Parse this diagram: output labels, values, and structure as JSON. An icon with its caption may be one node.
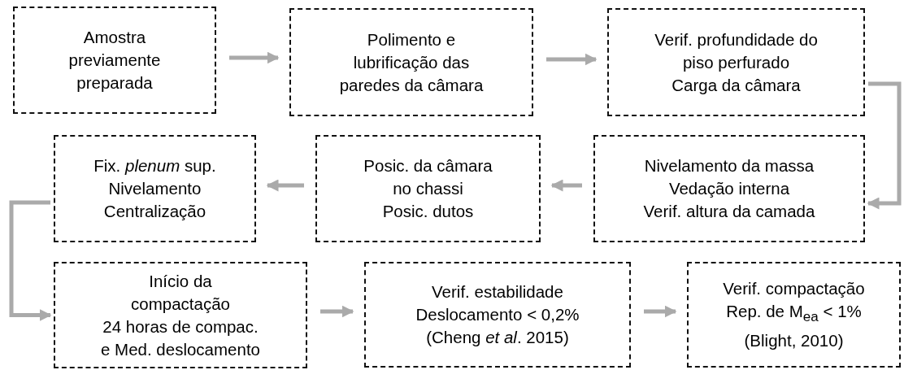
{
  "diagram": {
    "nodes": [
      {
        "text": [
          "Amostra previamente preparada"
        ]
      },
      {
        "text": [
          "Polimento e lubrificação das paredes da câmara"
        ]
      },
      {
        "text": [
          "Verif. profundidade do piso perfurado",
          "Carga da câmara"
        ]
      },
      {
        "text": [
          "Fix. *plenum* sup.",
          "Nivelamento",
          "Centralização"
        ]
      },
      {
        "text": [
          "Posic. da câmara no chassi",
          "Posic. dutos"
        ]
      },
      {
        "text": [
          "Nivelamento da massa",
          "Vedação interna",
          "Verif. altura da camada"
        ]
      },
      {
        "text": [
          "Início da compactação",
          "24 horas de compac. e Med. deslocamento"
        ]
      },
      {
        "text": [
          "Verif. estabilidade",
          "Deslocamento < 0,2%",
          "(Cheng *et al*. 2015)"
        ]
      },
      {
        "text": [
          "Verif. compactação",
          "Rep. de M$_{ea}$ < 1%",
          "(Blight, 2010)"
        ]
      }
    ],
    "edges": [
      {
        "from": 0,
        "to": 1,
        "arrow": "to"
      },
      {
        "from": 1,
        "to": 2,
        "arrow": "to"
      },
      {
        "from": 2,
        "to": 5,
        "arrow": "to"
      },
      {
        "from": 5,
        "to": 4,
        "arrow": "to"
      },
      {
        "from": 4,
        "to": 3,
        "arrow": "to"
      },
      {
        "from": 3,
        "to": 6,
        "arrow": "to"
      },
      {
        "from": 6,
        "to": 7,
        "arrow": "to"
      },
      {
        "from": 7,
        "to": 8,
        "arrow": "to"
      }
    ]
  }
}
